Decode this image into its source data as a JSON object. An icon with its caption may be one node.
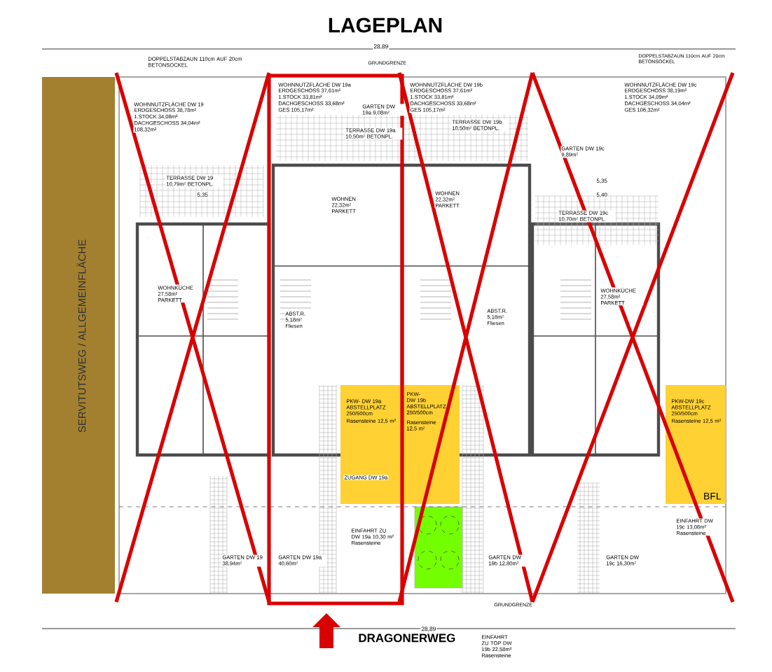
{
  "diagram": {
    "title": "LAGEPLAN",
    "nodes": [
      {
        "text": [
          "SERVITUTSWEG / ALLGEMEINFLÄCHE"
        ]
      },
      {
        "text": [
          "PKW- DW 19a ABSTELLPLATZ 250/500cm",
          "Rasensteine 12,5 m²"
        ]
      },
      {
        "text": [
          "PKW- DW 19b ABSTELLPLATZ 250/500cm",
          "Rasensteine 12,5 m²"
        ]
      },
      {
        "text": [
          "PKW-DW 19c ABSTELLPLATZ 250/500cm",
          "Rasensteine 12,5 m²",
          "BFL"
        ]
      }
    ],
    "edges": [],
    "labels": [
      "28,89",
      "DOPPELSTABZAUN 110cm AUF 20cm BETONSOCKEL",
      "GRUNDGRENZE",
      "DOPPELSTABZAUN 110cm AUF 20cm BETONSOCKEL",
      "WOHNNUTZFLÄCHE DW 19",
      "ERDGESCHOSS 38,78m²",
      "1.STOCK 34,08m²",
      "DACHGESCHOSS 34,04m²",
      "108,32m²",
      "WOHNNUTZFLÄCHE DW 19a",
      "ERDGESCHOSS 37,61m²",
      "1.STOCK 33,81m²",
      "DACHGESCHOSS 33,68m²",
      "GES 105,17m²",
      "WOHNNUTZFLÄCHE DW 19b",
      "ERDGESCHOSS 37,61m²",
      "1.STOCK 33,81m²",
      "DACHGESCHOSS 33,68m²",
      "GES 105,17m²",
      "WOHNNUTZFLÄCHE DW 19c",
      "ERDGESCHOSS 38,19m²",
      "1.STOCK 34,09m²",
      "DACHGESCHOSS 34,04m²",
      "GES 106,32m²",
      "GARTEN DW 19a 9,08m²",
      "TERRASSE DW 19a 10,50m² BETONPL.",
      "TERRASSE DW 19b 10,50m² BETONPL.",
      "GARTEN DW 19c 9,89m²",
      "5,35",
      "TERRASSE DW 19 10,79m² BETONPL.",
      "WOHNEN 22,32m² PARKETT",
      "WOHNEN 22,32m² PARKETT",
      "5,35",
      "5,40",
      "TERRASSE DW 19c 10,70m² BETONPL.",
      "WOHNKÜCHE 27,58m² PARKETT",
      "ABST.R. 5,18m² Fliesen",
      "ABST.R. 5,18m² Fliesen",
      "WOHNKÜCHE 27,58m² PARKETT",
      "ZUGANG DW 19a",
      "EINFAHRT DW 19c 13,08m² Rasensteine",
      "EINFAHRT ZU DW 19a 10,30 m² Rasensteine",
      "GARTEN DW 19 38,94m²",
      "GARTEN DW 19a 40,60m²",
      "GARTEN DW 19b 12,80m²",
      "GARTEN DW 19c 16,30m²",
      "GRUNDGRENZE",
      "28,89",
      "DRAGONERWEG",
      "EINFAHRT ZU TOP DW 19b 22,58m² Rasensteine"
    ]
  }
}
